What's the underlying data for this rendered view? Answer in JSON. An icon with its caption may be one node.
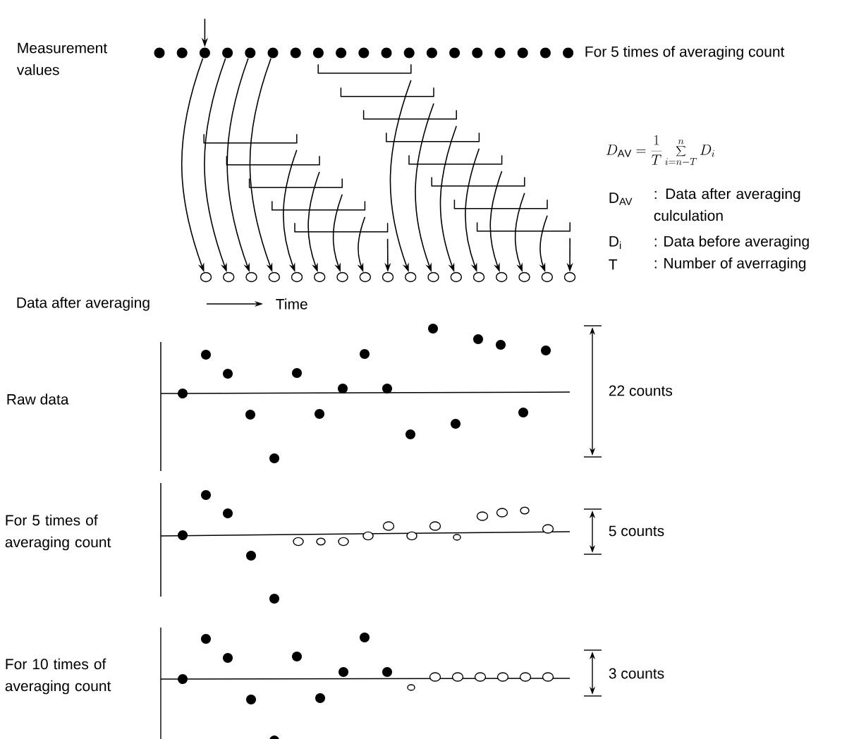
{
  "diagram": {
    "nodes": [
      {
        "text": [],
        "shape": "dot"
      },
      {
        "text": [],
        "shape": "dot"
      },
      {
        "text": [],
        "shape": "dot"
      },
      {
        "text": [],
        "shape": "dot"
      },
      {
        "text": [],
        "shape": "dot"
      },
      {
        "text": [],
        "shape": "dot"
      },
      {
        "text": [],
        "shape": "dot"
      },
      {
        "text": [],
        "shape": "dot"
      },
      {
        "text": [],
        "shape": "dot"
      },
      {
        "text": [],
        "shape": "dot"
      },
      {
        "text": [],
        "shape": "dot"
      },
      {
        "text": [],
        "shape": "dot"
      },
      {
        "text": [],
        "shape": "dot"
      },
      {
        "text": [],
        "shape": "dot"
      },
      {
        "text": [],
        "shape": "dot"
      },
      {
        "text": [],
        "shape": "dot"
      },
      {
        "text": [],
        "shape": "dot"
      },
      {
        "text": [],
        "shape": "dot"
      },
      {
        "text": [],
        "shape": "dot"
      },
      {
        "text": [],
        "shape": "bracket"
      },
      {
        "text": [],
        "shape": "bracket"
      },
      {
        "text": [],
        "shape": "bracket"
      },
      {
        "text": [],
        "shape": "bracket"
      },
      {
        "text": [],
        "shape": "bracket"
      },
      {
        "text": [],
        "shape": "bracket"
      },
      {
        "text": [],
        "shape": "bracket"
      },
      {
        "text": [],
        "shape": "bracket"
      },
      {
        "text": [],
        "shape": "bracket"
      },
      {
        "text": [],
        "shape": "bracket"
      },
      {
        "text": [],
        "shape": "bracket"
      },
      {
        "text": [],
        "shape": "bracket"
      },
      {
        "text": [],
        "shape": "bracket"
      },
      {
        "text": [],
        "shape": "circle"
      },
      {
        "text": [],
        "shape": "circle"
      },
      {
        "text": [],
        "shape": "circle"
      },
      {
        "text": [],
        "shape": "circle"
      },
      {
        "text": [],
        "shape": "circle"
      },
      {
        "text": [],
        "shape": "circle"
      },
      {
        "text": [],
        "shape": "circle"
      },
      {
        "text": [],
        "shape": "circle"
      },
      {
        "text": [],
        "shape": "circle"
      },
      {
        "text": [],
        "shape": "circle"
      },
      {
        "text": [],
        "shape": "circle"
      },
      {
        "text": [],
        "shape": "circle"
      },
      {
        "text": [],
        "shape": "circle"
      },
      {
        "text": [],
        "shape": "circle"
      },
      {
        "text": [],
        "shape": "circle"
      },
      {
        "text": [],
        "shape": "circle"
      },
      {
        "text": [],
        "shape": "circle"
      }
    ],
    "edges": [
      {
        "from": null,
        "to": 2,
        "arrow": "to"
      },
      {
        "from": 2,
        "to": 32,
        "arrow": "to"
      },
      {
        "from": 3,
        "to": 33,
        "arrow": "to"
      },
      {
        "from": 4,
        "to": 34,
        "arrow": "to"
      },
      {
        "from": 5,
        "to": 35,
        "arrow": "to"
      },
      {
        "from": 22,
        "to": 36,
        "arrow": "to"
      },
      {
        "from": 24,
        "to": 37,
        "arrow": "to"
      },
      {
        "from": 26,
        "to": 38,
        "arrow": "to"
      },
      {
        "from": 28,
        "to": 39,
        "arrow": "to"
      },
      {
        "from": 30,
        "to": 40,
        "arrow": "to"
      },
      {
        "from": 19,
        "to": 41,
        "arrow": "to"
      },
      {
        "from": 20,
        "to": 42,
        "arrow": "to"
      },
      {
        "from": 21,
        "to": 43,
        "arrow": "to"
      },
      {
        "from": 23,
        "to": 44,
        "arrow": "to"
      },
      {
        "from": 25,
        "to": 45,
        "arrow": "to"
      },
      {
        "from": 27,
        "to": 46,
        "arrow": "to"
      },
      {
        "from": 29,
        "to": 47,
        "arrow": "to"
      },
      {
        "from": 31,
        "to": 48,
        "arrow": "to"
      }
    ],
    "labels": [
      "Measurement values",
      "For 5 times of averaging count",
      "D_{\\mathrm{AV}} = \\frac{1}{T}\\sum_{i=n-T}^{n} D_{i}",
      "D$_{AV}$",
      ": Data after averaging culculation",
      "D$_{i}$",
      ": Data before averaging",
      "T",
      ": Number of averraging",
      "Data after averaging",
      "Time",
      "Raw data",
      "22 counts",
      "For 5 times of averaging count",
      "5 counts",
      "For 10 times of averaging count",
      "3 counts"
    ]
  }
}
